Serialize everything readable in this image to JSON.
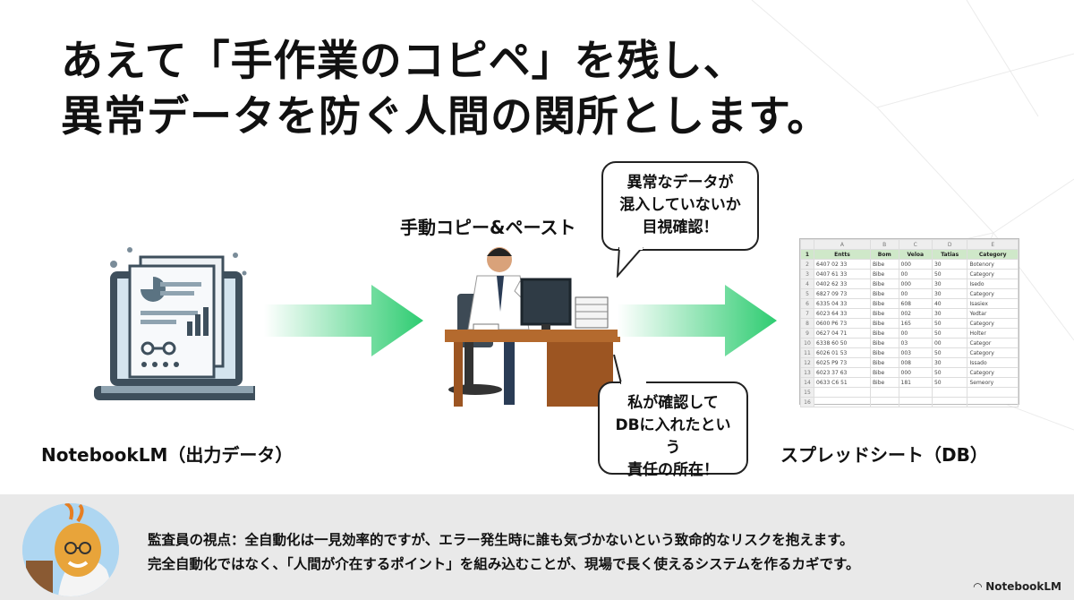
{
  "title": {
    "line1": "あえて「手作業のコピペ」を残し、",
    "line2": "異常データを防ぐ人間の関所とします。"
  },
  "labels": {
    "source": "NotebookLM（出力データ）",
    "action": "手動コピー&ペースト",
    "target": "スプレッドシート（DB）"
  },
  "bubbles": {
    "top": [
      "異常なデータが",
      "混入していないか",
      "目視確認！"
    ],
    "bottom": [
      "私が確認して",
      "DBに入れたという",
      "責任の所在！"
    ]
  },
  "spreadsheet": {
    "col_letters": [
      "A",
      "B",
      "C",
      "D",
      "E"
    ],
    "headers": [
      "Entts",
      "Bom",
      "Veloa",
      "Tatias",
      "Category"
    ],
    "rows": [
      [
        "2",
        "6407 02 33",
        "Bibe",
        "000",
        "30",
        "Botenory"
      ],
      [
        "3",
        "0407 61 33",
        "Bibe",
        "00",
        "50",
        "Category"
      ],
      [
        "4",
        "0402 62 33",
        "Bibe",
        "000",
        "30",
        "Isedo"
      ],
      [
        "5",
        "6827 09 73",
        "Bibe",
        "00",
        "30",
        "Category"
      ],
      [
        "6",
        "6335 04 33",
        "Bibe",
        "608",
        "40",
        "Isasiex"
      ],
      [
        "7",
        "6023 64 33",
        "Bibe",
        "002",
        "30",
        "Yedtar"
      ],
      [
        "8",
        "0600 P6 73",
        "Bibe",
        "165",
        "50",
        "Category"
      ],
      [
        "9",
        "0627 04 71",
        "Bibe",
        "00",
        "50",
        "Holter"
      ],
      [
        "10",
        "6338 60 50",
        "Bibe",
        "03",
        "00",
        "Categor"
      ],
      [
        "11",
        "6026 01 53",
        "Bibe",
        "003",
        "50",
        "Category"
      ],
      [
        "12",
        "6025 P9 73",
        "Bibe",
        "008",
        "30",
        "Issado"
      ],
      [
        "13",
        "6023 37 63",
        "Bibe",
        "000",
        "50",
        "Category"
      ],
      [
        "14",
        "0633 C6 51",
        "Bibe",
        "181",
        "50",
        "Semeory"
      ],
      [
        "15",
        "",
        "",
        "",
        "",
        ""
      ],
      [
        "16",
        "",
        "",
        "",
        "",
        ""
      ]
    ]
  },
  "footer": {
    "line1": "監査員の視点：全自動化は一見効率的ですが、エラー発生時に誰も気づかないという致命的なリスクを抱えます。",
    "line2": "完全自動化ではなく、「人間が介在するポイント」を組み込むことが、現場で長く使えるシステムを作るカギです。",
    "brand": "NotebookLM"
  },
  "colors": {
    "arrow_green": "#2ecc71",
    "arrow_light": "#e8f8ee",
    "sheet_header": "#cfe8c9",
    "footer_bg": "#e9e9e9"
  }
}
